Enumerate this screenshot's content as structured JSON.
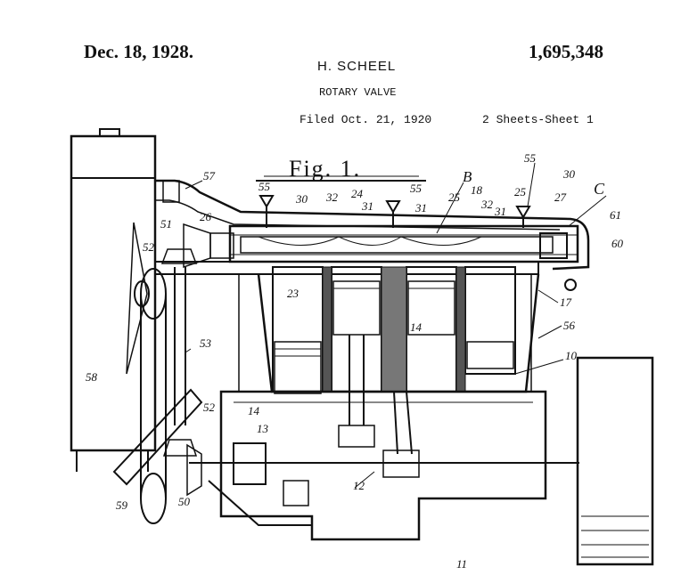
{
  "header": {
    "date": "Dec. 18, 1928.",
    "patent_number": "1,695,348",
    "inventor": "H. SCHEEL",
    "title": "ROTARY VALVE",
    "filed": "Filed Oct. 21, 1920",
    "sheets": "2 Sheets-Sheet 1"
  },
  "figure": {
    "label": "Fig. 1.",
    "reference_numerals": [
      "57",
      "55",
      "30",
      "32",
      "24",
      "31",
      "55",
      "31",
      "25",
      "18",
      "B",
      "32",
      "31",
      "25",
      "55",
      "30",
      "27",
      "C",
      "61",
      "60",
      "51",
      "26",
      "52",
      "23",
      "14",
      "17",
      "56",
      "53",
      "10",
      "58",
      "14",
      "52",
      "13",
      "12",
      "59",
      "50",
      "11"
    ]
  }
}
